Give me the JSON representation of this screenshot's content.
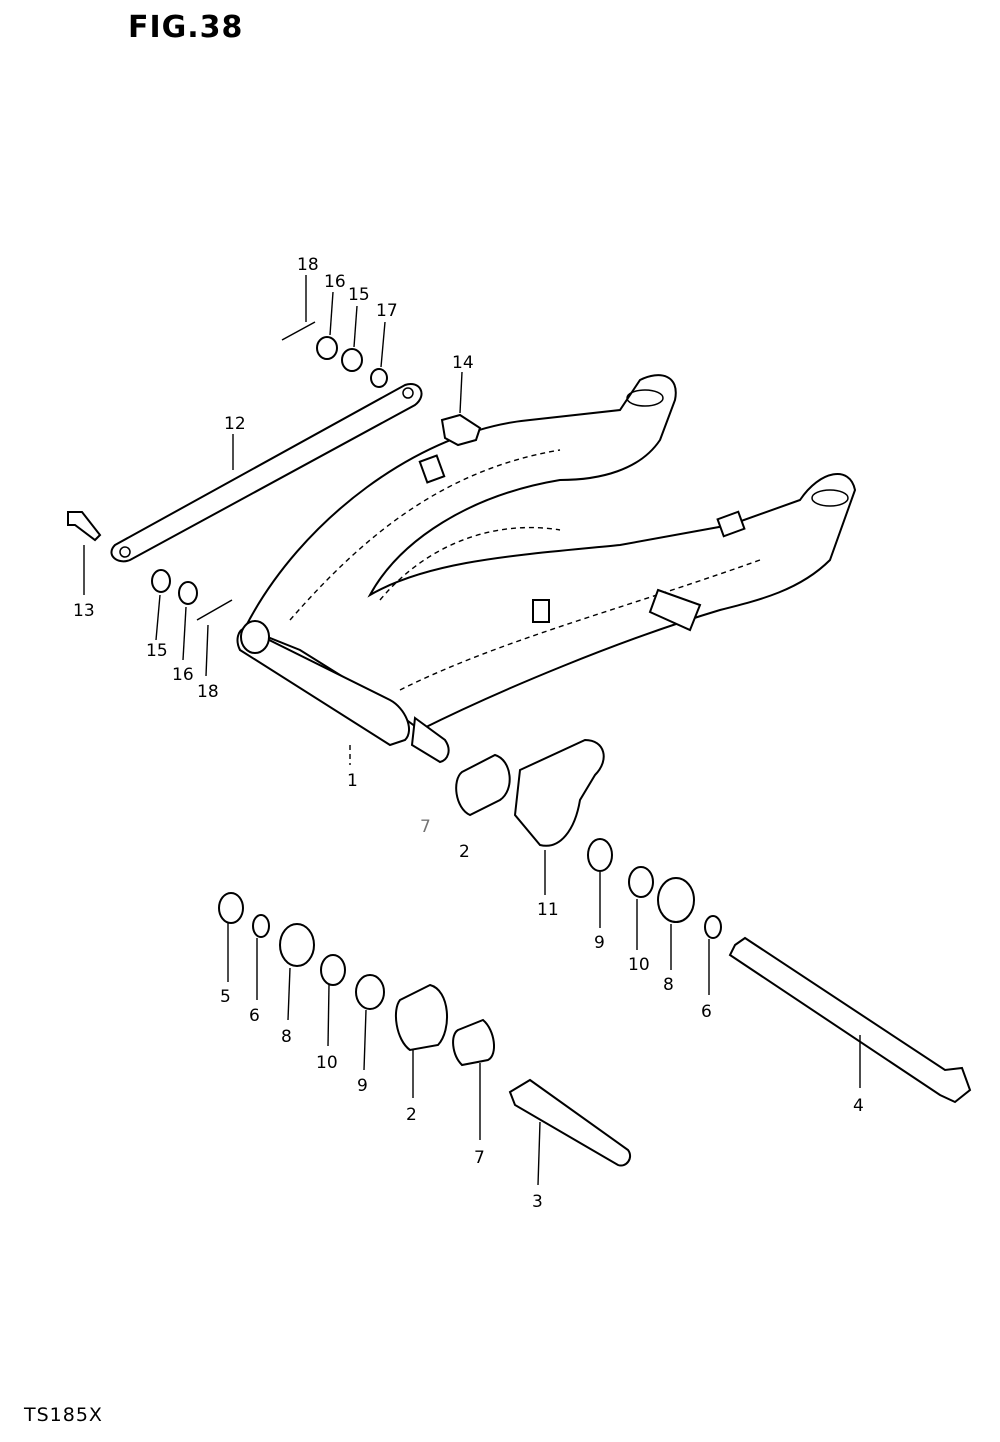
{
  "figure": {
    "title": "FIG.38",
    "model": "TS185X"
  },
  "callouts": [
    "18",
    "16",
    "15",
    "17",
    "14",
    "12",
    "13",
    "15",
    "16",
    "18",
    "1",
    "2",
    "11",
    "9",
    "10",
    "8",
    "6",
    "5",
    "6",
    "8",
    "10",
    "9",
    "2",
    "7",
    "3",
    "4",
    "7"
  ]
}
